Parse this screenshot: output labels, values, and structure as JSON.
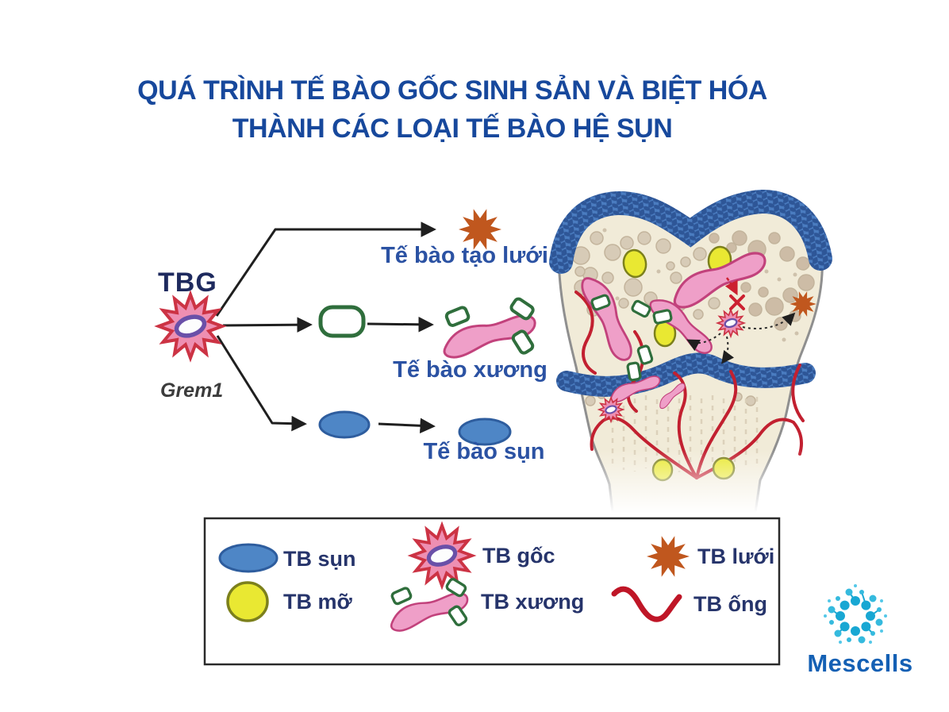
{
  "title": {
    "line1": "QUÁ TRÌNH TẾ BÀO GỐC SINH SẢN VÀ BIỆT HÓA",
    "line2": "THÀNH CÁC LOẠI TẾ BÀO HỆ SỤN"
  },
  "diagram": {
    "stem_cell_label": "TBG",
    "gene_label": "Grem1",
    "branch_reticular": "Tế bào tạo lưới",
    "branch_bone": "Tế bào xương",
    "branch_cartilage": "Tế bào sụn"
  },
  "legend": {
    "items": [
      {
        "icon": "cartilage-cell-ellipse",
        "label": "TB sụn"
      },
      {
        "icon": "fat-cell-circle",
        "label": "TB mỡ"
      },
      {
        "icon": "stem-cell-star",
        "label": "TB gốc"
      },
      {
        "icon": "bone-cell-shape",
        "label": "TB xương"
      },
      {
        "icon": "reticular-cell-burst",
        "label": "TB lưới"
      },
      {
        "icon": "tube-cell-wave",
        "label": "TB ống"
      }
    ]
  },
  "branding": {
    "logo_text": "Mescells",
    "logo_icon": "cell-ring-dots-icon"
  },
  "colors": {
    "title_blue": "#17489c",
    "label_blue": "#2b52a3",
    "legend_navy": "#26346b",
    "logo_blue": "#1460b4",
    "logo_teal": "#18a7d3",
    "stem_cell_pink": "#ee8fb2",
    "stem_cell_outline": "#cc3344",
    "cartilage_blue": "#4e86c6",
    "fat_yellow": "#e9e832",
    "bone_cell_pink": "#ef9fc8",
    "reticular_orange": "#c0571e",
    "tube_red": "#bf1627",
    "bone_beige": "#f1ebd8",
    "growth_plate_blue": "#4a7cc0"
  }
}
